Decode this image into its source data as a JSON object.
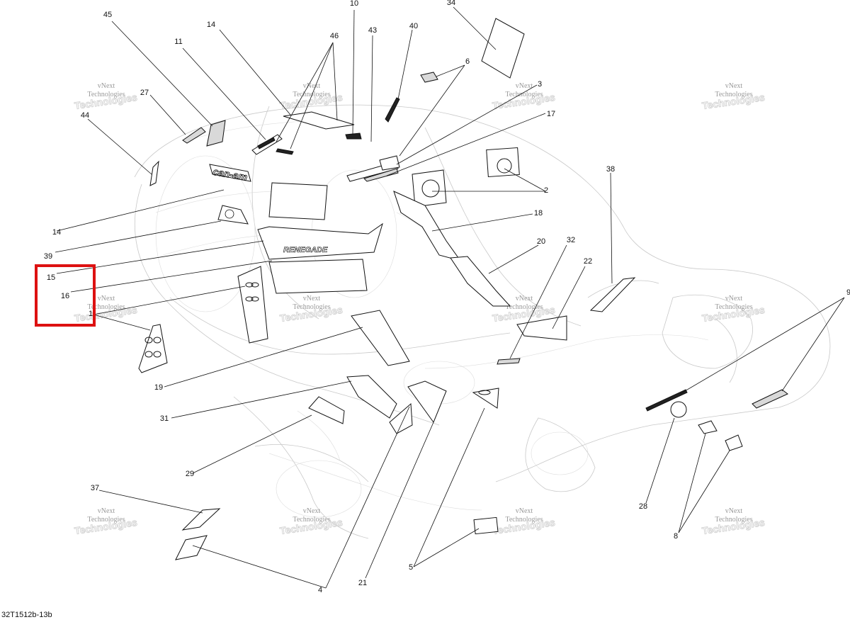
{
  "diagram": {
    "id_label": "32T1512b-13b",
    "watermark": {
      "line1": "vNext",
      "line2": "Technologies"
    },
    "highlight_color": "#dd1111",
    "callouts": [
      "45",
      "11",
      "14",
      "46",
      "10",
      "43",
      "40",
      "34",
      "6",
      "3",
      "17",
      "27",
      "44",
      "2",
      "38",
      "14",
      "39",
      "15",
      "16",
      "1",
      "18",
      "20",
      "32",
      "22",
      "9",
      "19",
      "31",
      "29",
      "37",
      "4",
      "21",
      "5",
      "28",
      "8"
    ]
  }
}
